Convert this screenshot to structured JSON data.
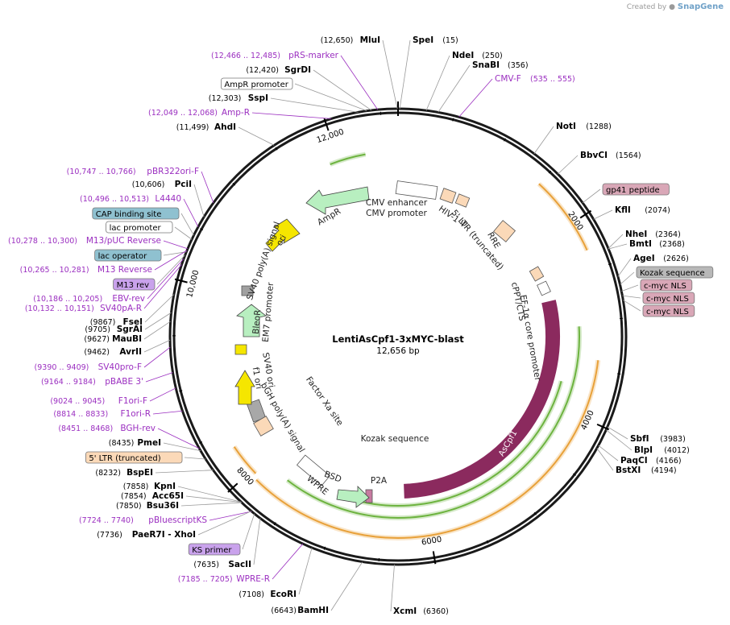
{
  "branding": {
    "created_by": "Created by",
    "product": "SnapGene"
  },
  "plasmid": {
    "name": "LentiAsCpf1-3xMYC-blast",
    "size": "12,656 bp"
  },
  "colors": {
    "backbone": "#1a1a1a",
    "site": "#000000",
    "primer": "#9b2fc0",
    "feature_text": "#333333",
    "tick_text": "#000000",
    "asCpf1": "#8b2a5e",
    "green": "#6db33f",
    "orange": "#e8a13a",
    "yellow": "#f5e600",
    "pale_green": "#b8efc0",
    "peach": "#fbd9b8",
    "pink_box": "#d9a7b7",
    "blue_box": "#8fc1d0",
    "violet_box": "#c9a2ec",
    "gray_box": "#b8b8b8"
  },
  "ticks": [
    "2000",
    "4000",
    "6000",
    "8000",
    "10,000",
    "12,000"
  ],
  "labels": {
    "left": [
      {
        "pos": "(12,650)",
        "name": "MluI",
        "kind": "site"
      },
      {
        "pos": "(12,466 .. 12,485)",
        "name": "pRS-marker",
        "kind": "primer"
      },
      {
        "pos": "(12,420)",
        "name": "SgrDI",
        "kind": "site"
      },
      {
        "pos": "",
        "name": "AmpR promoter",
        "kind": "box-white"
      },
      {
        "pos": "(12,303)",
        "name": "SspI",
        "kind": "site"
      },
      {
        "pos": "(12,049 .. 12,068)",
        "name": "Amp-R",
        "kind": "primer"
      },
      {
        "pos": "(11,499)",
        "name": "AhdI",
        "kind": "site"
      },
      {
        "pos": "(10,747 .. 10,766)",
        "name": "pBR322ori-F",
        "kind": "primer"
      },
      {
        "pos": "(10,606)",
        "name": "PciI",
        "kind": "site"
      },
      {
        "pos": "(10,496 .. 10,513)",
        "name": "L4440",
        "kind": "primer"
      },
      {
        "pos": "",
        "name": "CAP binding site",
        "kind": "box-blue"
      },
      {
        "pos": "",
        "name": "lac promoter",
        "kind": "box-white"
      },
      {
        "pos": "(10,278 .. 10,300)",
        "name": "M13/pUC Reverse",
        "kind": "primer"
      },
      {
        "pos": "",
        "name": "lac operator",
        "kind": "box-blue"
      },
      {
        "pos": "(10,265 .. 10,281)",
        "name": "M13 Reverse",
        "kind": "primer"
      },
      {
        "pos": "",
        "name": "M13 rev",
        "kind": "box-violet"
      },
      {
        "pos": "(10,186 .. 10,205)",
        "name": "EBV-rev",
        "kind": "primer"
      },
      {
        "pos": "(10,132 .. 10,151)",
        "name": "SV40pA-R",
        "kind": "primer"
      },
      {
        "pos": "(9867)",
        "name": "FseI",
        "kind": "site"
      },
      {
        "pos": "(9705)",
        "name": "SgrAI",
        "kind": "site"
      },
      {
        "pos": "(9627)",
        "name": "MauBI",
        "kind": "site"
      },
      {
        "pos": "(9462)",
        "name": "AvrII",
        "kind": "site"
      },
      {
        "pos": "(9390 .. 9409)",
        "name": "SV40pro-F",
        "kind": "primer"
      },
      {
        "pos": "(9164 .. 9184)",
        "name": "pBABE 3'",
        "kind": "primer"
      },
      {
        "pos": "(9024 .. 9045)",
        "name": "F1ori-F",
        "kind": "primer"
      },
      {
        "pos": "(8814 .. 8833)",
        "name": "F1ori-R",
        "kind": "primer"
      },
      {
        "pos": "(8451 .. 8468)",
        "name": "BGH-rev",
        "kind": "primer"
      },
      {
        "pos": "(8435)",
        "name": "PmeI",
        "kind": "site"
      },
      {
        "pos": "",
        "name": "5' LTR (truncated)",
        "kind": "box-peach"
      },
      {
        "pos": "(8232)",
        "name": "BspEI",
        "kind": "site"
      },
      {
        "pos": "(7858)",
        "name": "KpnI",
        "kind": "site"
      },
      {
        "pos": "(7854)",
        "name": "Acc65I",
        "kind": "site"
      },
      {
        "pos": "(7850)",
        "name": "Bsu36I",
        "kind": "site"
      },
      {
        "pos": "(7724 .. 7740)",
        "name": "pBluescriptKS",
        "kind": "primer"
      },
      {
        "pos": "(7736)",
        "name": "PaeR7I - XhoI",
        "kind": "site"
      },
      {
        "pos": "",
        "name": "KS primer",
        "kind": "box-violet"
      },
      {
        "pos": "(7635)",
        "name": "SacII",
        "kind": "site"
      },
      {
        "pos": "(7185 .. 7205)",
        "name": "WPRE-R",
        "kind": "primer"
      },
      {
        "pos": "(7108)",
        "name": "EcoRI",
        "kind": "site"
      },
      {
        "pos": "(6643)",
        "name": "BamHI",
        "kind": "site"
      }
    ],
    "right": [
      {
        "pos": "(15)",
        "name": "SpeI",
        "kind": "site"
      },
      {
        "pos": "(250)",
        "name": "NdeI",
        "kind": "site"
      },
      {
        "pos": "(356)",
        "name": "SnaBI",
        "kind": "site"
      },
      {
        "pos": "(535 .. 555)",
        "name": "CMV-F",
        "kind": "primer"
      },
      {
        "pos": "(1288)",
        "name": "NotI",
        "kind": "site"
      },
      {
        "pos": "(1564)",
        "name": "BbvCI",
        "kind": "site"
      },
      {
        "pos": "",
        "name": "gp41 peptide",
        "kind": "box-pink"
      },
      {
        "pos": "(2074)",
        "name": "KflI",
        "kind": "site"
      },
      {
        "pos": "(2364)",
        "name": "NheI",
        "kind": "site"
      },
      {
        "pos": "(2368)",
        "name": "BmtI",
        "kind": "site"
      },
      {
        "pos": "(2626)",
        "name": "AgeI",
        "kind": "site"
      },
      {
        "pos": "",
        "name": "Kozak sequence",
        "kind": "box-gray"
      },
      {
        "pos": "",
        "name": "c-myc NLS",
        "kind": "box-pink"
      },
      {
        "pos": "",
        "name": "c-myc NLS",
        "kind": "box-pink"
      },
      {
        "pos": "",
        "name": "c-myc NLS",
        "kind": "box-pink"
      },
      {
        "pos": "(3983)",
        "name": "SbfI",
        "kind": "site"
      },
      {
        "pos": "(4012)",
        "name": "BlpI",
        "kind": "site"
      },
      {
        "pos": "(4166)",
        "name": "PaqCI",
        "kind": "site"
      },
      {
        "pos": "(4194)",
        "name": "BstXI",
        "kind": "site"
      },
      {
        "pos": "(6360)",
        "name": "XcmI",
        "kind": "site"
      }
    ]
  },
  "inner_labels": [
    "CMV enhancer",
    "CMV promoter",
    "HIV-1 Ψ",
    "RRE",
    "5' LTR (truncated)",
    "AmpR",
    "ori",
    "SV40 poly(A) signal",
    "EM7 promoter",
    "BleoR",
    "SV40 ori",
    "f1 ori",
    "bGH poly(A) signal",
    "Factor Xa site",
    "WPRE",
    "BSD",
    "P2A",
    "Kozak sequence",
    "AsCpf1",
    "EF-1α core promoter",
    "cPPT/CTS"
  ]
}
